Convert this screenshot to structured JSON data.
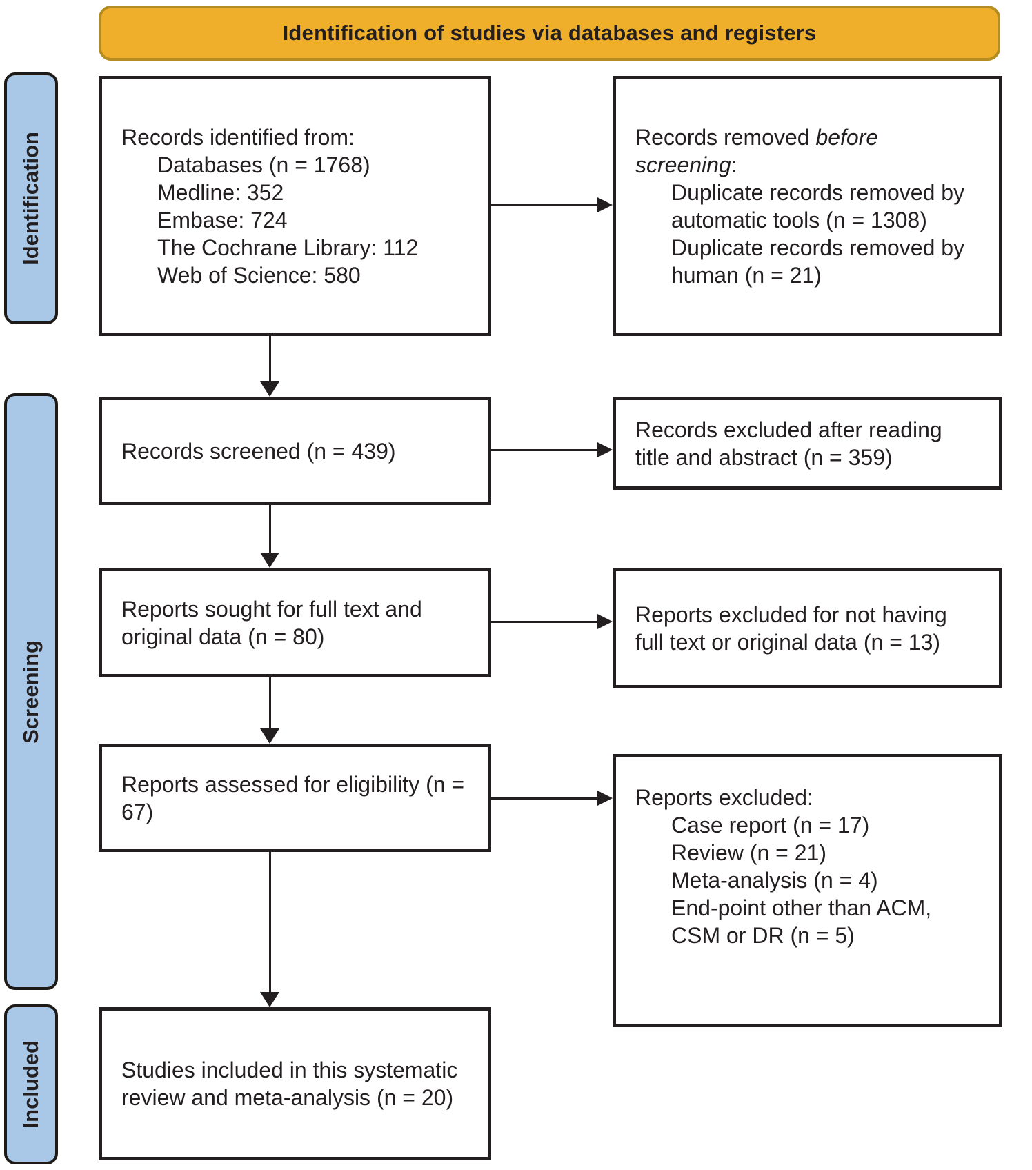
{
  "banner": {
    "title": "Identification of studies via databases and registers"
  },
  "sidebar": {
    "identification_label": "Identification",
    "screening_label": "Screening",
    "included_label": "Included"
  },
  "boxes": {
    "records_identified": {
      "title": "Records identified from:",
      "items": [
        "Databases (n = 1768)",
        "Medline: 352",
        "Embase: 724",
        "The Cochrane Library: 112",
        "Web of Science: 580"
      ]
    },
    "records_removed": {
      "title_prefix": "Records removed ",
      "title_italic": "before screening",
      "title_suffix": ":",
      "items": [
        "Duplicate records removed by automatic tools (n = 1308)",
        "Duplicate records removed by human (n = 21)"
      ]
    },
    "records_screened": {
      "text": "Records screened (n = 439)"
    },
    "records_excluded_title_abstract": {
      "text": "Records excluded after reading title and abstract (n = 359)"
    },
    "reports_sought": {
      "text": "Reports sought for full text and original data (n = 80)"
    },
    "reports_excluded_no_fulltext": {
      "text": "Reports excluded for not having full text or original data (n = 13)"
    },
    "reports_assessed": {
      "text": "Reports assessed for eligibility (n = 67)"
    },
    "reports_excluded": {
      "title": "Reports excluded:",
      "items": [
        "Case report (n = 17)",
        "Review (n = 21)",
        "Meta-analysis (n = 4)",
        "End-point other than ACM, CSM or DR (n = 5)"
      ]
    },
    "studies_included": {
      "text": "Studies included in this systematic review and meta-analysis (n = 20)"
    }
  },
  "colors": {
    "banner_fill": "#f0af2b",
    "banner_border": "#b48c22",
    "stage_fill": "#a9c7e6",
    "line_and_text": "#231f20",
    "box_fill": "#ffffff"
  }
}
